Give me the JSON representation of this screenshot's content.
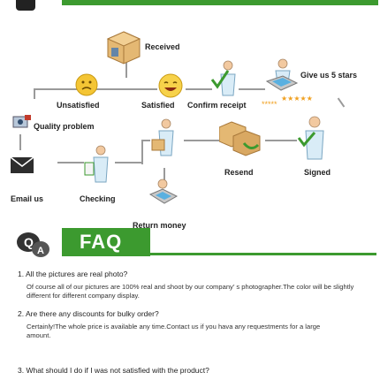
{
  "flow": {
    "received": "Received",
    "give_five_stars": "Give us 5 stars",
    "unsatisfied": "Unsatisfied",
    "satisfied": "Satisfied",
    "confirm_receipt": "Confirm receipt",
    "quality_problem": "Quality problem",
    "email_us": "Email us",
    "checking": "Checking",
    "resend": "Resend",
    "signed": "Signed",
    "return_money": "Return money",
    "stars_row": "★★★★★",
    "stars_dashed": "*****"
  },
  "faq": {
    "title": "FAQ",
    "items": [
      {
        "q": "1. All the pictures are real photo?",
        "a": "Of course all of our pictures are 100% real and shoot by our company’ s photographer.The color will be slightly different for different company display."
      },
      {
        "q": "2. Are there any discounts for bulky order?",
        "a": "Certainly!The whole price is available any time.Contact us if you hava any requestments for a large amount."
      },
      {
        "q": "3. What should I do if I was not satisfied with the product?",
        "a": ""
      }
    ]
  },
  "colors": {
    "accent": "#3c9a2f",
    "star": "#f0a020",
    "line": "#9a9a9a"
  }
}
